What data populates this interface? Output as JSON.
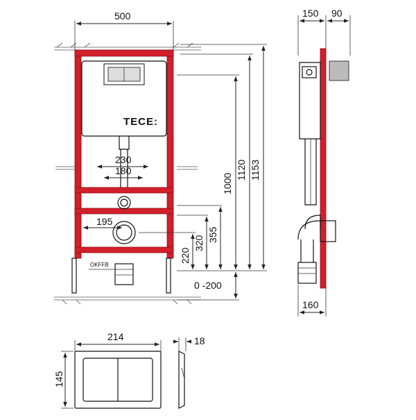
{
  "diagram": {
    "brand_logo": "TECE:",
    "floor_marker": "OKFFB",
    "dimensions": {
      "frame_width": "500",
      "depth_top": "150",
      "depth_right": "90",
      "h_1000": "1000",
      "h_1120": "1120",
      "h_1153": "1153",
      "w_230": "230",
      "w_180": "180",
      "w_195": "195",
      "h_220": "220",
      "h_320": "320",
      "h_355": "355",
      "floor_adjust": "0 -200",
      "depth_bottom": "160",
      "plate_width": "214",
      "plate_height": "145",
      "plate_depth": "18"
    },
    "colors": {
      "frame_red": "#d21f2a",
      "line": "#222222"
    }
  }
}
